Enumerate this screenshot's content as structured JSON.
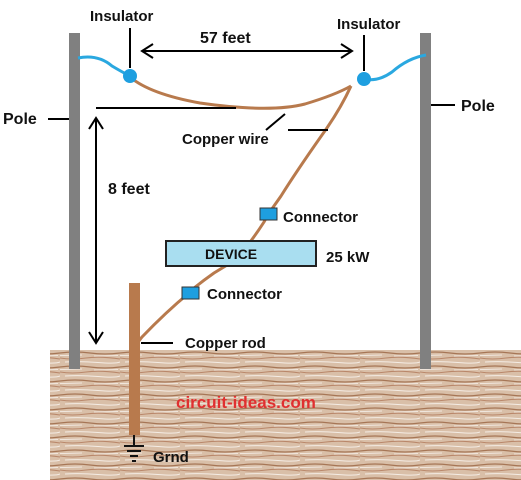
{
  "labels": {
    "insulator_left": "Insulator",
    "insulator_right": "Insulator",
    "span": "57 feet",
    "pole_left": "Pole",
    "pole_right": "Pole",
    "copper_wire": "Copper wire",
    "height": "8 feet",
    "connector_upper": "Connector",
    "device": "DEVICE",
    "power": "25 kW",
    "connector_lower": "Connector",
    "copper_rod": "Copper rod",
    "ground": "Grnd"
  },
  "watermark": "circuit-ideas.com",
  "colors": {
    "pole": "#808080",
    "power_line": "#2aa8e0",
    "insulator": "#1e9fe0",
    "copper": "#b87a4d",
    "device_fill": "#a9def0",
    "connector": "#1e9fe0",
    "soil": "#c9a78d",
    "watermark": "#e03030",
    "text": "#111111"
  }
}
